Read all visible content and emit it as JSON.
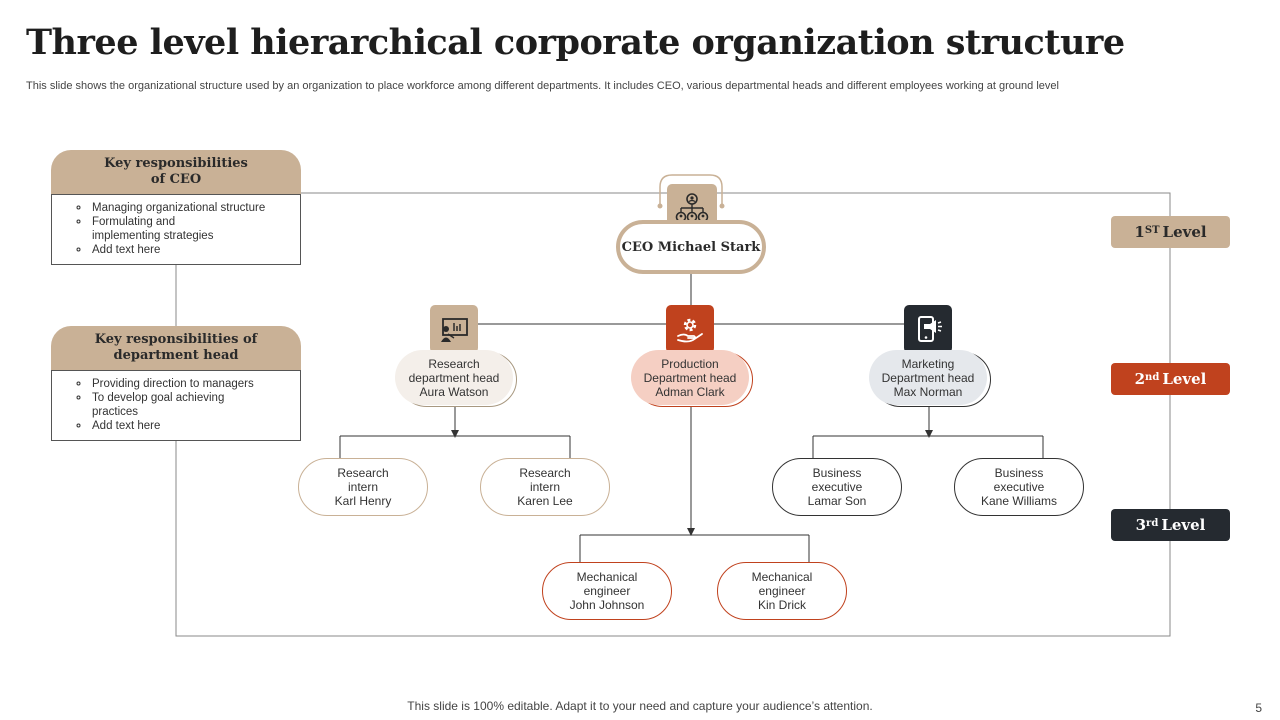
{
  "title": "Three level hierarchical corporate organization structure",
  "subtitle": "This slide shows the organizational structure used by an organization to place workforce among different departments. It includes CEO, various departmental heads and different employees working at ground level",
  "ceo_responsibilities": {
    "heading_line1": "Key responsibilities",
    "heading_line2": "of CEO",
    "items": [
      "Managing organizational structure",
      "Formulating and implementing strategies",
      "Add text here"
    ]
  },
  "dept_responsibilities": {
    "heading_line1": "Key responsibilities of",
    "heading_line2": "department head",
    "items": [
      "Providing direction to managers",
      "To develop goal achieving practices",
      "Add text here"
    ]
  },
  "ceo": {
    "label": "CEO Michael Stark",
    "icon": "org-chart-icon"
  },
  "heads": [
    {
      "line1": "Research",
      "line2": "department head",
      "line3": "Aura Watson",
      "icon": "presentation-icon",
      "color": "#c9b196"
    },
    {
      "line1": "Production",
      "line2": "Department head",
      "line3": "Adman Clark",
      "icon": "gear-hand-icon",
      "color": "#c0421e"
    },
    {
      "line1": "Marketing",
      "line2": "Department head",
      "line3": "Max Norman",
      "icon": "mobile-megaphone-icon",
      "color": "#252a30"
    }
  ],
  "employees": [
    {
      "line1": "Research",
      "line2": "intern",
      "line3": "Karl Henry"
    },
    {
      "line1": "Research",
      "line2": "intern",
      "line3": "Karen Lee"
    },
    {
      "line1": "Business",
      "line2": "executive",
      "line3": "Lamar Son"
    },
    {
      "line1": "Business",
      "line2": "executive",
      "line3": "Kane Williams"
    },
    {
      "line1": "Mechanical",
      "line2": "engineer",
      "line3": "John Johnson"
    },
    {
      "line1": "Mechanical",
      "line2": "engineer",
      "line3": "Kin Drick"
    }
  ],
  "levels": [
    {
      "ordinal": "1",
      "suffix": "ST",
      "word": "Level",
      "color": "#c9b196",
      "text_color": "#2a2a2a"
    },
    {
      "ordinal": "2",
      "suffix": "nd",
      "word": "Level",
      "color": "#c0421e",
      "text_color": "#ffffff"
    },
    {
      "ordinal": "3",
      "suffix": "rd",
      "word": "Level",
      "color": "#252a30",
      "text_color": "#ffffff"
    }
  ],
  "footer": "This slide is 100% editable. Adapt it to your need and capture your audience’s attention.",
  "page_number": "5"
}
